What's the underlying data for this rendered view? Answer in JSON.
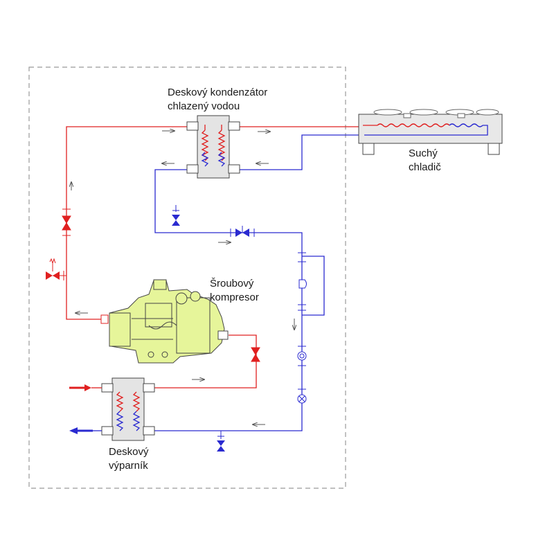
{
  "labels": {
    "condenser_line1": "Deskový kondenzátor",
    "condenser_line2": "chlazený vodou",
    "drycooler_line1": "Suchý",
    "drycooler_line2": "chladič",
    "compressor_line1": "Šroubový",
    "compressor_line2": "kompresor",
    "evaporator_line1": "Deskový",
    "evaporator_line2": "výparník"
  },
  "colors": {
    "hot_line": "#e02020",
    "cold_line": "#2a2ad0",
    "compressor_body": "#e6f59a",
    "boundary": "#999999"
  },
  "icons": [
    "check-valve-icon",
    "safety-valve-icon",
    "expansion-valve-icon",
    "sight-glass-icon",
    "filter-drier-icon",
    "fan-icon",
    "flow-arrow-icon"
  ]
}
